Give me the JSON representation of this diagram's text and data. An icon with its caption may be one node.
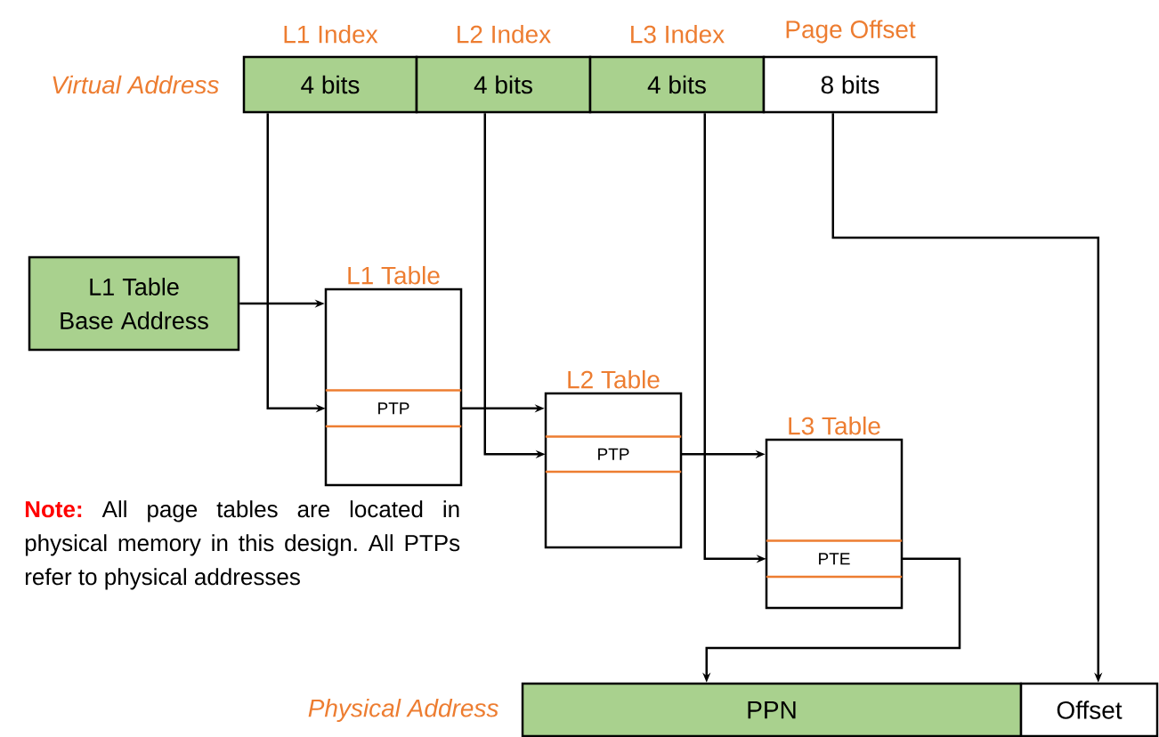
{
  "diagram": {
    "nodes": [
      {
        "text": [
          "L1 Index",
          "4 bits"
        ]
      },
      {
        "text": [
          "L2 Index",
          "4 bits"
        ]
      },
      {
        "text": [
          "L3 Index",
          "4 bits"
        ]
      },
      {
        "text": [
          "Page Offset",
          "8 bits"
        ]
      },
      {
        "text": [
          "L1 Table Base Address"
        ]
      },
      {
        "text": [
          "L1 Table"
        ]
      },
      {
        "text": [
          "PTP"
        ],
        "in": 5
      },
      {
        "text": [
          "L2 Table"
        ]
      },
      {
        "text": [
          "PTP"
        ],
        "in": 7
      },
      {
        "text": [
          "L3 Table"
        ]
      },
      {
        "text": [
          "PTE"
        ],
        "in": 9
      },
      {
        "text": [
          "PPN"
        ]
      },
      {
        "text": [
          "Offset"
        ]
      }
    ],
    "edges": [
      {
        "from": 4,
        "to": 5,
        "arrow": "to"
      },
      {
        "from": 0,
        "to": 6,
        "arrow": "to"
      },
      {
        "from": 6,
        "to": 7,
        "arrow": "to"
      },
      {
        "from": 1,
        "to": 8,
        "arrow": "to"
      },
      {
        "from": 8,
        "to": 9,
        "arrow": "to"
      },
      {
        "from": 2,
        "to": 10,
        "arrow": "to"
      },
      {
        "from": 10,
        "to": 11,
        "arrow": "to"
      },
      {
        "from": 3,
        "to": 12,
        "arrow": "to"
      }
    ],
    "labels": [
      "Virtual Address",
      "Physical Address",
      "Note:",
      "All page tables are located in physical memory in this design. All PTPs refer to physical addresses"
    ]
  }
}
